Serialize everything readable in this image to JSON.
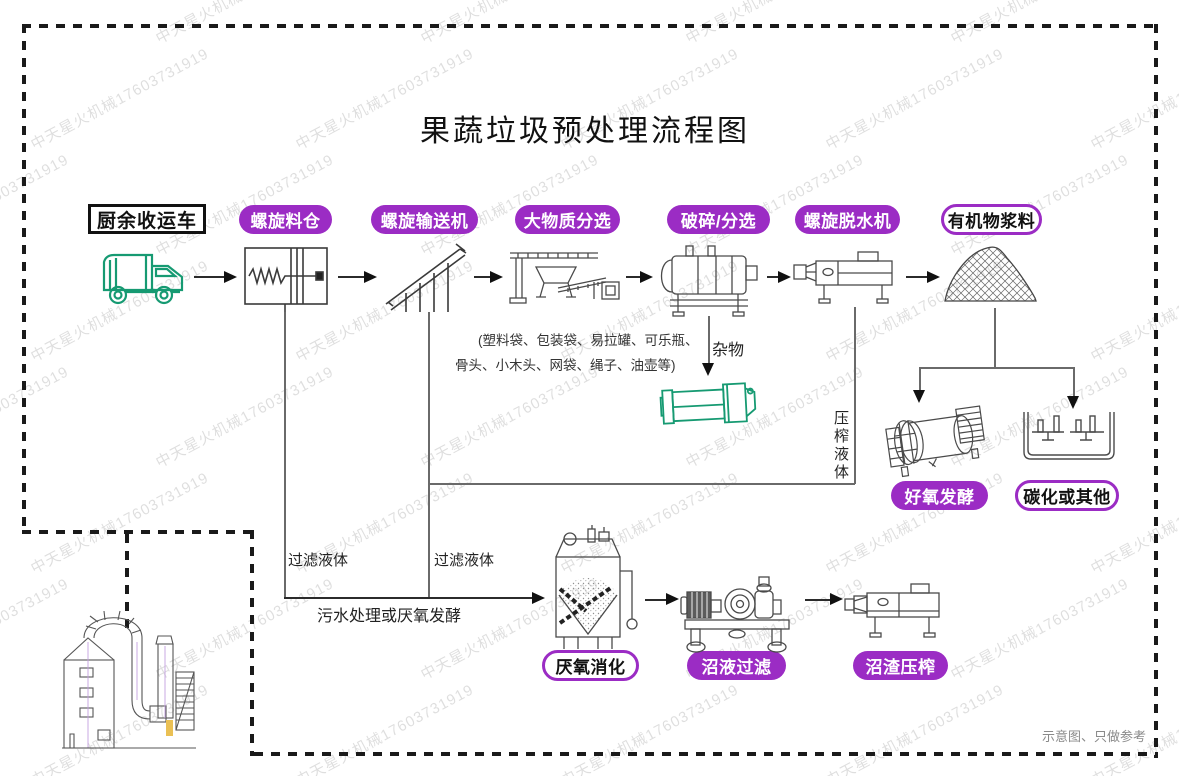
{
  "title": "果蔬垃圾预处理流程图",
  "watermark": {
    "text": "中天星火机械17603731919"
  },
  "footer": {
    "note": "示意图、只做参考"
  },
  "colors": {
    "purple": "#9b2cc4",
    "teal": "#169a72",
    "line": "#6a6a6a",
    "border": "#1a1a1a"
  },
  "nodes": {
    "truck": {
      "label": "厨余收运车",
      "style": "black-outline"
    },
    "silo": {
      "label": "螺旋料仓",
      "style": "purple-filled"
    },
    "conveyor": {
      "label": "螺旋输送机",
      "style": "purple-filled"
    },
    "sorting": {
      "label": "大物质分选",
      "style": "purple-filled"
    },
    "crushing": {
      "label": "破碎/分选",
      "style": "purple-filled"
    },
    "dewatering": {
      "label": "螺旋脱水机",
      "style": "purple-filled"
    },
    "slurry": {
      "label": "有机物浆料",
      "style": "purple-outline"
    },
    "aerobic": {
      "label": "好氧发酵",
      "style": "purple-filled"
    },
    "carbonization": {
      "label": "碳化或其他",
      "style": "purple-outline"
    },
    "anaerobic": {
      "label": "厌氧消化",
      "style": "purple-outline"
    },
    "biogas_filtering": {
      "label": "沼液过滤",
      "style": "purple-filled"
    },
    "residue_pressing": {
      "label": "沼渣压榨",
      "style": "purple-filled"
    }
  },
  "annotations": {
    "debris_items_line1": "(塑料袋、包装袋、易拉罐、可乐瓶、",
    "debris_items_line2": "骨头、小木头、网袋、绳子、油壶等)",
    "debris": "杂物",
    "press_liquid": "压榨液体",
    "filter_liquid_left": "过滤液体",
    "filter_liquid_right": "过滤液体",
    "sewage_note": "污水处理或厌氧发酵"
  }
}
